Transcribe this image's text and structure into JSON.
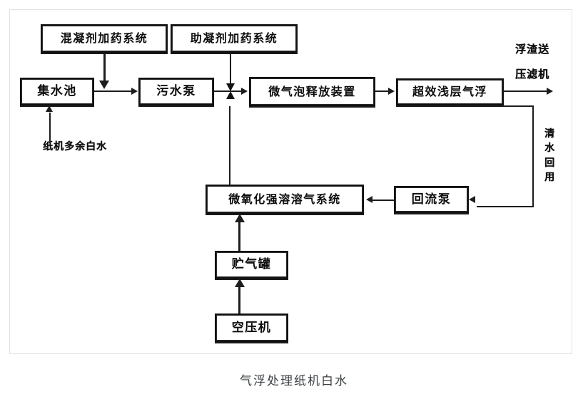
{
  "figure": {
    "caption": "气浮处理纸机白水",
    "title": "气浮处理纸机白水"
  },
  "nodes": {
    "coagulant_dosing": {
      "label": "混凝剂加药系统"
    },
    "flocculant_aid_dosing": {
      "label": "助凝剂加药系统"
    },
    "collection_tank": {
      "label": "集水池"
    },
    "sewage_pump": {
      "label": "污水泵"
    },
    "microbubble_release": {
      "label": "微气泡释放装置"
    },
    "shallow_air_flotation": {
      "label": "超效浅层气浮"
    },
    "dissolved_air_system": {
      "label": "微氧化强溶溶气系统"
    },
    "return_pump": {
      "label": "回流泵"
    },
    "gas_storage_tank": {
      "label": "贮气罐"
    },
    "air_compressor": {
      "label": "空压机"
    }
  },
  "annotations": {
    "inlet_white_water": "纸机多余白水",
    "scum_line_1": "浮渣送",
    "scum_line_2": "压滤机",
    "clear_water_reuse": "清水回用"
  },
  "colors": {
    "line": "#1d1d1d",
    "box_border": "#111111",
    "text": "#0d0d0d",
    "frame": "#e2e2e2",
    "caption": "#3c4043",
    "background": "#ffffff"
  }
}
